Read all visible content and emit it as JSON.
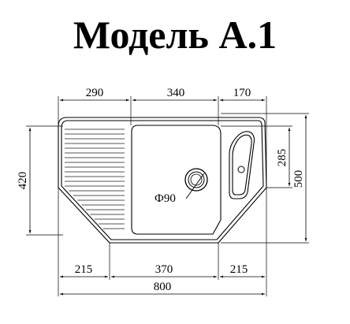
{
  "title": "Модель А.1",
  "dimensions": {
    "top_left": "290",
    "top_mid": "340",
    "top_right": "170",
    "height_left": "420",
    "height_right_inner": "285",
    "height_right_outer": "500",
    "bottom_left": "215",
    "bottom_mid": "370",
    "bottom_right": "215",
    "total_width": "800",
    "drain": "Ф90"
  }
}
